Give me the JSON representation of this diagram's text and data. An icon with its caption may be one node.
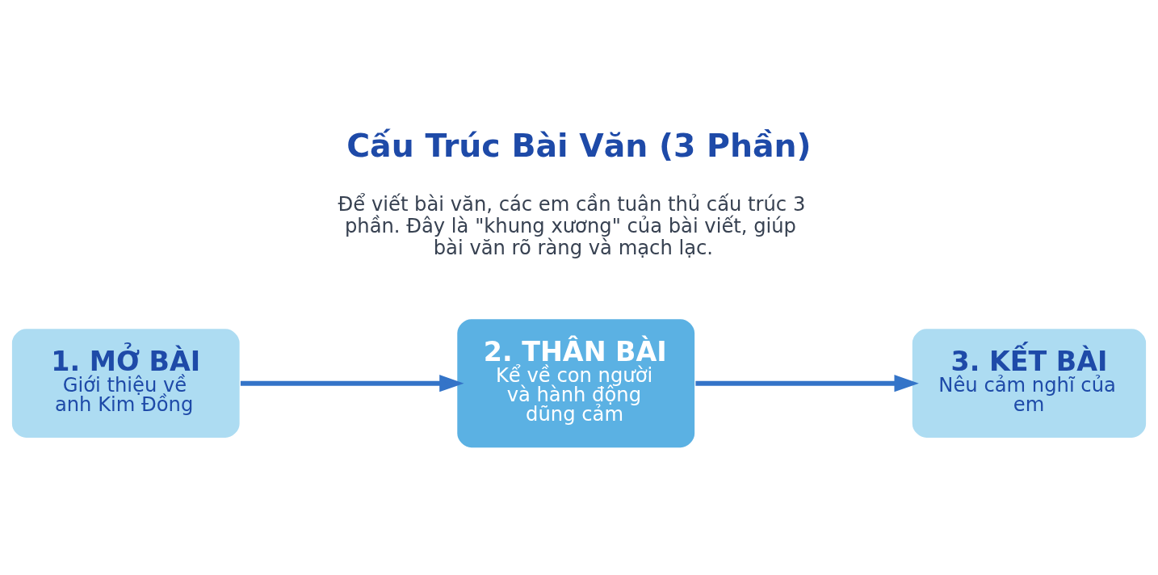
{
  "diagram": {
    "title": "Cấu Trúc Bài Văn (3 Phần)",
    "nodes": [
      {
        "text": [
          "1. MỞ BÀI",
          "Giới thiệu về anh Kim Đồng"
        ]
      },
      {
        "text": [
          "2. THÂN BÀI",
          "Kể về con người và hành động dũng cảm"
        ]
      },
      {
        "text": [
          "3. KẾT BÀI",
          "Nêu cảm nghĩ của em"
        ]
      }
    ],
    "edges": [
      {
        "from": 0,
        "to": 1,
        "arrow": "to"
      },
      {
        "from": 1,
        "to": 2,
        "arrow": "to"
      }
    ],
    "labels": [
      "Để viết bài văn, các em cần tuân thủ cấu trúc 3 phần. Đây là \"khung xương\" của bài viết, giúp bài văn rõ ràng và mạch lạc."
    ]
  }
}
